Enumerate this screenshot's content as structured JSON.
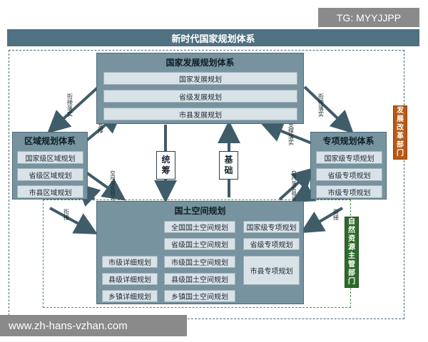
{
  "watermark_top": "TG: MYYJJPP",
  "watermark_bottom": "www.zh-hans-vzhan.com",
  "title": "新时代国家规划体系",
  "national_dev": {
    "title": "国家发展规划体系",
    "items": [
      "国家发展规划",
      "省级发展规划",
      "市县发展规划"
    ]
  },
  "regional": {
    "title": "区域规划体系",
    "items": [
      "国家级区域规划",
      "省级区域规划",
      "市县区域规划"
    ]
  },
  "special": {
    "title": "专项规划体系",
    "items": [
      "国家级专项规划",
      "省级专项规划",
      "市级专项规划"
    ]
  },
  "land_space": {
    "title": "国土空间规划",
    "middle_items": [
      "全国国土空间规划",
      "省级国土空间规划",
      "市级国土空间规划",
      "县级国土空间规划",
      "乡镇国土空间规划"
    ],
    "detail_items": [
      "市级详细规划",
      "县级详细规划",
      "乡镇详细规划"
    ],
    "special_items": [
      "国家级专项规划",
      "省级专项规划",
      "市县专项规划"
    ]
  },
  "center": {
    "coordinate": [
      "统",
      "筹"
    ],
    "foundation": [
      "基",
      "础"
    ]
  },
  "side_tags": {
    "ndrc": [
      "发",
      "展",
      "改",
      "革",
      "部",
      "门"
    ],
    "natural_resources": [
      "自",
      "然",
      "资",
      "源",
      "主",
      "管",
      "部",
      "门"
    ]
  },
  "arrow_labels": {
    "tl_a": [
      "衔",
      "接",
      "落",
      "实"
    ],
    "tl_b": [
      "支",
      "撑"
    ],
    "tr_a": [
      "衔",
      "接",
      "落",
      "实"
    ],
    "tr_b": [
      "支",
      "撑",
      "落",
      "实"
    ],
    "lm": [
      "空",
      "间",
      "落",
      "实",
      "相",
      "互",
      "衔",
      "接"
    ],
    "rm": [
      "空",
      "间",
      "落",
      "实",
      "相",
      "互",
      "衔",
      "接"
    ],
    "lb": [
      "衔",
      "接"
    ],
    "rb": [
      "衔",
      "接"
    ]
  },
  "colors": {
    "panel": "#76939f",
    "item": "#d9e2e7",
    "title_bar": "#4f7181",
    "ndrc_tag": "#b75a18",
    "nr_tag": "#2e6b2c"
  }
}
